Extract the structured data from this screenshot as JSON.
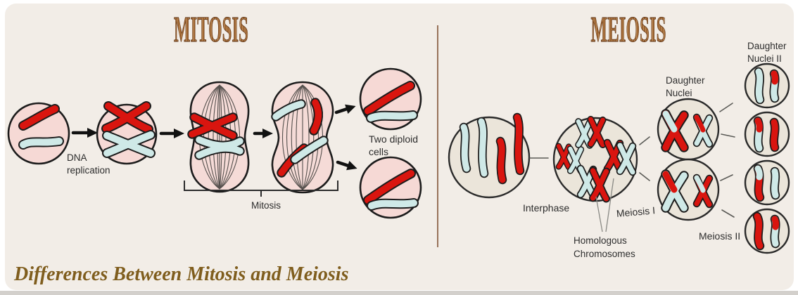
{
  "header": {
    "mitosis_title": "MITOSIS",
    "meiosis_title": "MEIOSIS"
  },
  "footer": {
    "caption": "Differences Between Mitosis and Meiosis"
  },
  "mitosis": {
    "dna_replication_line1": "DNA",
    "dna_replication_line2": "replication",
    "bracket_label": "Mitosis",
    "result_line1": "Two diploid",
    "result_line2": "cells"
  },
  "meiosis": {
    "interphase_label": "Interphase",
    "meiosis_i_label": "Meiosis I",
    "homologous_line1": "Homologous",
    "homologous_line2": "Chromosomes",
    "daughter_nuclei_line1": "Daughter",
    "daughter_nuclei_line2": "Nuclei",
    "daughter_nuclei_ii_line1": "Daughter",
    "daughter_nuclei_ii_line2": "Nuclei II",
    "meiosis_ii_label": "Meiosis II"
  },
  "colors": {
    "page_background": "#ffffff",
    "card_background": "#f2ede7",
    "title_brown": "#9a5f2b",
    "title_stripe": "#c79d6e",
    "caption_brown": "#7f5d1d",
    "mitosis_cell_pink": "#f6d9d5",
    "meiosis_cell_beige": "#ebe5da",
    "chromosome_red": "#d9150f",
    "chromosome_blue": "#cfe9e7",
    "outline_black": "#1c1c1c",
    "divider_brown": "#7a4a2c",
    "label_text": "#2d2d2d"
  }
}
